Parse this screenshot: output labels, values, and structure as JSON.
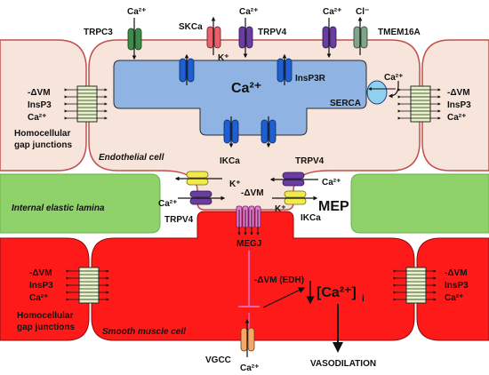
{
  "labels": {
    "trpc3": "TRPC3",
    "ca_trpc3": "Ca²⁺",
    "skca": "SKCa",
    "k_sk": "K⁺",
    "ca_trpv4_top": "Ca²⁺",
    "trpv4_top": "TRPV4",
    "ca_tmem": "Ca²⁺",
    "cl": "Cl⁻",
    "tmem16a": "TMEM16A",
    "er_ca": "Ca²⁺",
    "insp3r": "InsP3R",
    "serca": "SERCA",
    "serca_ca": "Ca²⁺",
    "gj_left": [
      "-ΔVM",
      "InsP3",
      "Ca²⁺"
    ],
    "gj_right": [
      "-ΔVM",
      "InsP3",
      "Ca²⁺"
    ],
    "homocellular_ec_1": "Homocellular",
    "homocellular_ec_2": "gap junctions",
    "endothelial_cell": "Endothelial cell",
    "ikca_top": "IKCa",
    "k_mid_left": "K⁺",
    "trpv4_mid_right": "TRPV4",
    "ca_mid_right": "Ca²⁺",
    "internal_elastic_lamina": "Internal elastic lamina",
    "ca_mid_left": "Ca²⁺",
    "trpv4_mid_left": "TRPV4",
    "minus_dvm_mep": "-ΔVM",
    "k_mep": "K⁺",
    "ikca_mep": "IKCa",
    "mep": "MEP",
    "megj": "MEGJ",
    "smc_gj_left": [
      "-ΔVM",
      "InsP3",
      "Ca²⁺"
    ],
    "smc_gj_right": [
      "-ΔVM",
      "InsP3",
      "Ca²⁺"
    ],
    "edh": "-ΔVM (EDH)",
    "ca_decrease": "[Ca²⁺]",
    "ca_decrease_sub": "i",
    "homocellular_smc_1": "Homocellular",
    "homocellular_smc_2": "gap junctions",
    "smooth_muscle_cell": "Smooth muscle cell",
    "vgcc": "VGCC",
    "ca_vgcc": "Ca²⁺",
    "vasodilation": "VASODILATION"
  },
  "colors": {
    "endothelial": "#f7e4da",
    "er": "#8fb4e3",
    "lamina": "#8fd26a",
    "smooth_muscle": "#ff1a1a",
    "gap_junction": "#e6f4c8",
    "trpc3": "#3d8a4a",
    "skca": "#e8606a",
    "trpv4": "#6a3ea0",
    "tmem16a": "#7fa68a",
    "insp3r": "#1f5fd0",
    "ikca": "#f2ea4a",
    "megj": "#e77ad0",
    "vgcc": "#f2a86a"
  }
}
